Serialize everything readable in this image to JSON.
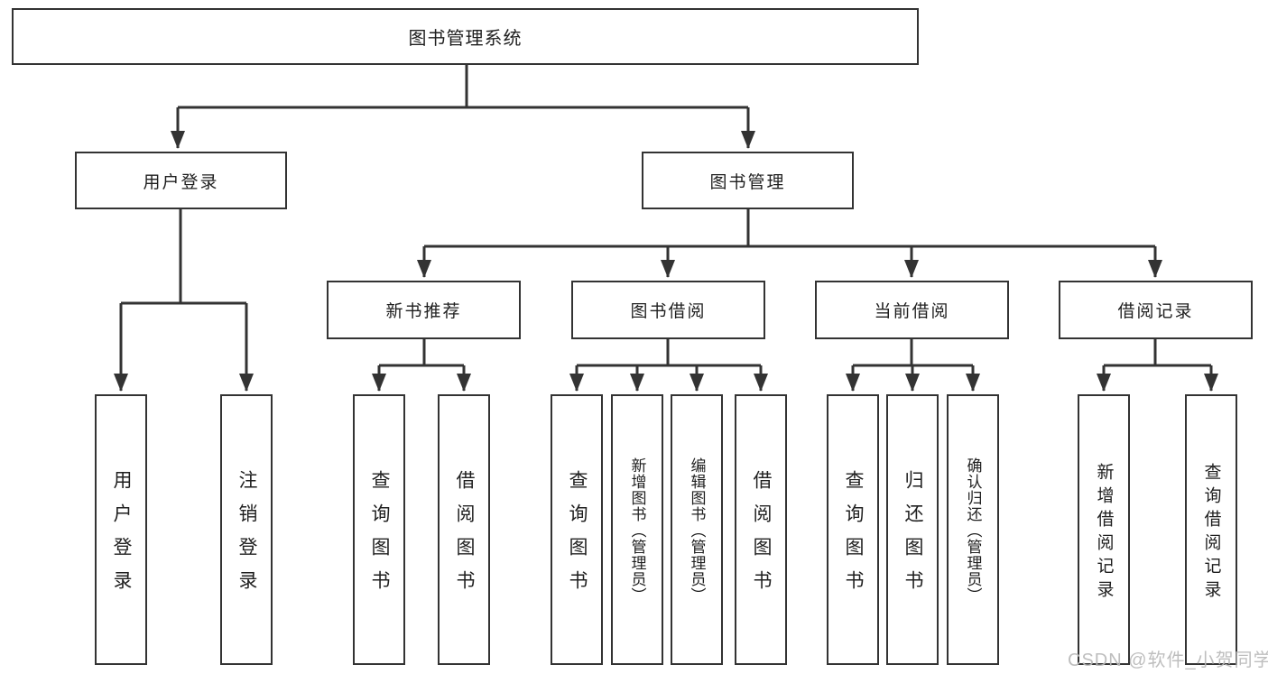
{
  "diagram": {
    "root": {
      "label": "图书管理系统"
    },
    "branches": [
      {
        "label": "用户登录",
        "children": [
          "用户登录",
          "注销登录"
        ]
      },
      {
        "label": "图书管理",
        "groups": [
          {
            "label": "新书推荐",
            "children": [
              "查询图书",
              "借阅图书"
            ]
          },
          {
            "label": "图书借阅",
            "children": [
              "查询图书",
              "新增图书（管理员）",
              "编辑图书（管理员）",
              "借阅图书"
            ]
          },
          {
            "label": "当前借阅",
            "children": [
              "查询图书",
              "归还图书",
              "确认归还（管理员）"
            ]
          },
          {
            "label": "借阅记录",
            "children": [
              "新增借阅记录",
              "查询借阅记录"
            ]
          }
        ]
      }
    ],
    "watermark": "CSDN @软件_小贺同学",
    "colors": {
      "line": "#333333",
      "text": "#1f1f1f",
      "box_background": "#ffffff",
      "watermark_text": "#b9b9b9"
    }
  }
}
